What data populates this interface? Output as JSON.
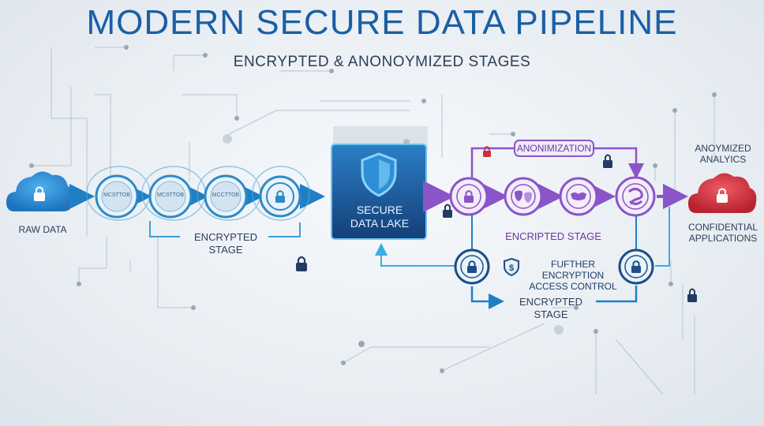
{
  "header": {
    "title": "MODERN SECURE DATA PIPELINE",
    "subtitle": "ENCRYPTED & ANONOYMIZED STAGES"
  },
  "source": {
    "label": "RAW DATA"
  },
  "stage1": {
    "nodes": [
      "MCSTTOB",
      "MCSTTOB",
      "MCCTTOB"
    ],
    "label": "ENCRYPTED STAGE"
  },
  "lake": {
    "line1": "SECURE",
    "line2": "DATA LAKE"
  },
  "anon": {
    "pill": "ANONIMIZATION",
    "label": "ENCRIPTED STAGE"
  },
  "further": {
    "line1": "FUFTHER ENCRYPTION",
    "line2": "ACCESS CONTROL",
    "label": "ENCRYPTED STAGE"
  },
  "outputs": {
    "analytics_line1": "ANOYMIZED",
    "analytics_line2": "ANALYICS",
    "apps_line1": "CONFIDENTIAL",
    "apps_line2": "APPLICATIONS"
  },
  "icons": {
    "raw_cloud": "cloud-lock-icon",
    "lake_shield": "shield-icon",
    "output_cloud": "cloud-lock-icon",
    "masks": "theater-masks-icon",
    "anonymizer": "swirl-icon",
    "dollar_shield": "dollar-shield-icon"
  },
  "colors": {
    "blue": "#1f7fc4",
    "blue_dark": "#1c4f86",
    "purple": "#8a55c8",
    "red": "#c9303c",
    "title": "#1b5fa5"
  }
}
